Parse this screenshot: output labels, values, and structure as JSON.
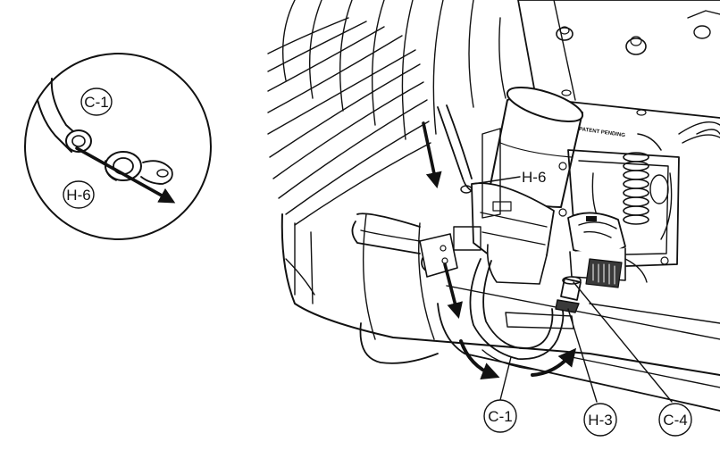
{
  "inset": {
    "callouts": [
      {
        "id": "inset-c1",
        "text": "C-1"
      },
      {
        "id": "inset-h6",
        "text": "H-6"
      }
    ]
  },
  "main": {
    "callouts": [
      {
        "id": "main-h6",
        "text": "H-6"
      },
      {
        "id": "main-c1",
        "text": "C-1"
      },
      {
        "id": "main-h3",
        "text": "H-3"
      },
      {
        "id": "main-c4",
        "text": "C-4"
      }
    ],
    "imprint": "PATENT PENDING"
  },
  "colors": {
    "line": "#111111",
    "paper": "#ffffff",
    "shade": "#3a3a3a"
  }
}
